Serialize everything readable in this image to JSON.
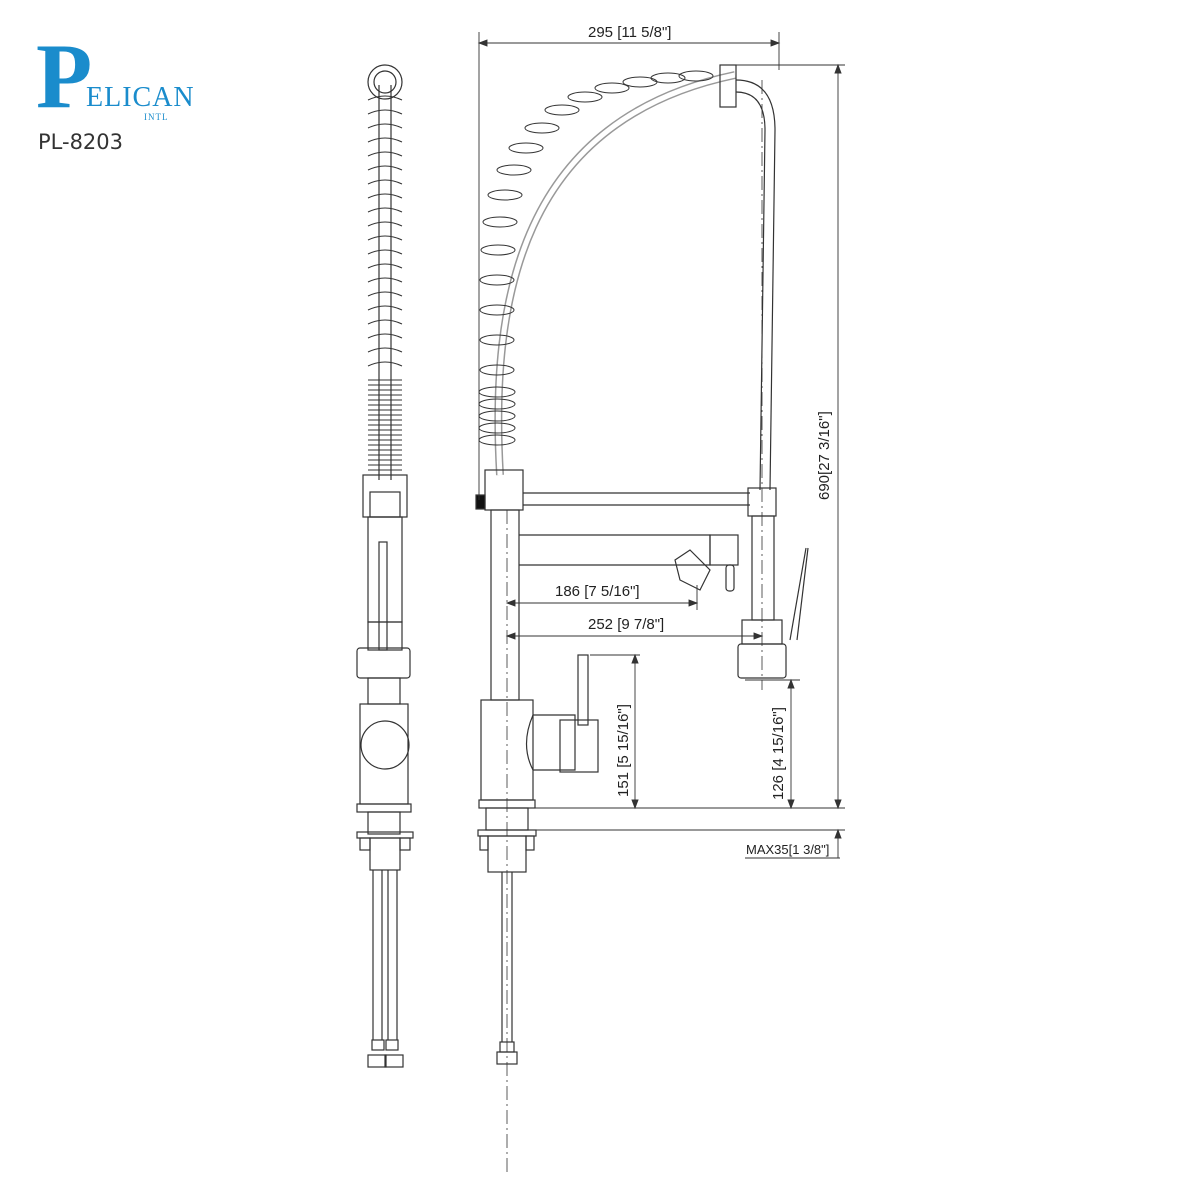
{
  "brand": {
    "initial": "P",
    "wordmark": "ELICAN",
    "sub": "INTL",
    "color": "#1a8ccc"
  },
  "model": "PL-8203",
  "drawing": {
    "title": "Pre-rinse spring faucet dimension drawing",
    "views": [
      "side-view",
      "front-view"
    ],
    "line_color": "#333333"
  },
  "dimensions": {
    "overall_width": "295 [11 5/8\"]",
    "overall_height": "690[27 3/16\"]",
    "spout_reach": "186 [7 5/16\"]",
    "sprayer_reach": "252 [9 7/8\"]",
    "spout_height": "151 [5 15/16\"]",
    "sprayer_height": "126 [4 15/16\"]",
    "deck_thickness": "MAX35[1 3/8\"]"
  }
}
